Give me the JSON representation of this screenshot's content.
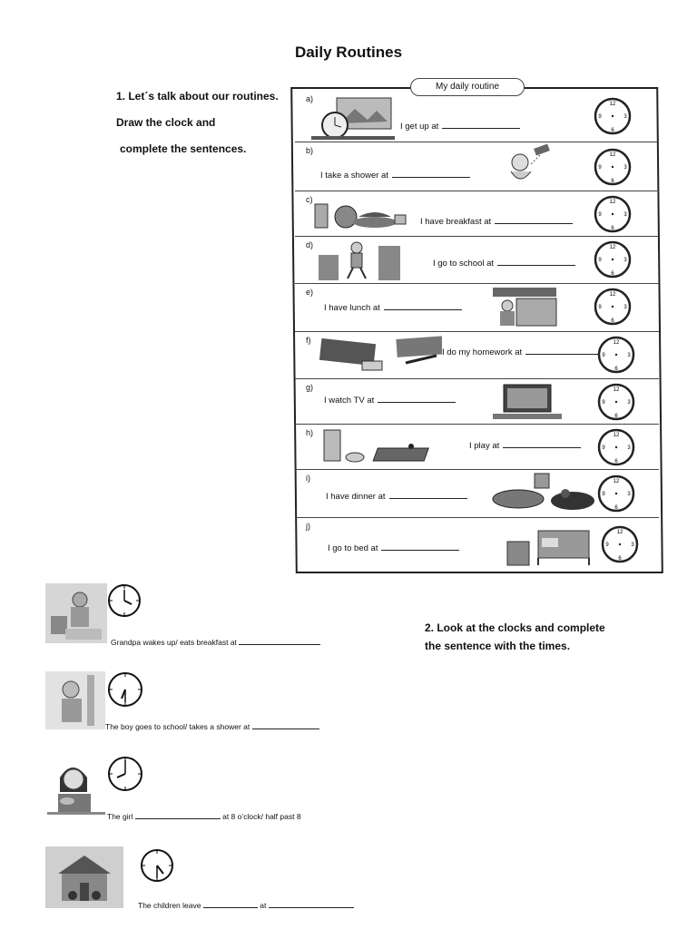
{
  "title": "Daily Routines",
  "section1": {
    "line1": "1.   Let´s talk about our routines.",
    "line2": "Draw the clock and",
    "line3": "complete the sentences."
  },
  "sheet_title": "My daily routine",
  "routines": [
    {
      "letter": "a)",
      "text": "I get up at"
    },
    {
      "letter": "b)",
      "text": "I take a shower at"
    },
    {
      "letter": "c)",
      "text": "I have breakfast at"
    },
    {
      "letter": "d)",
      "text": "I go to school at"
    },
    {
      "letter": "e)",
      "text": "I have lunch at"
    },
    {
      "letter": "f)",
      "text": "I do my homework at"
    },
    {
      "letter": "g)",
      "text": "I watch TV at"
    },
    {
      "letter": "h)",
      "text": "I play at"
    },
    {
      "letter": "i)",
      "text": "I have dinner at"
    },
    {
      "letter": "j)",
      "text": "I go to bed at"
    }
  ],
  "section2": {
    "line1": "2. Look at the clocks and complete",
    "line2": "the sentence with the times."
  },
  "examples": [
    {
      "text": "Grandpa wakes up/ eats breakfast at"
    },
    {
      "text": "The boy goes to school/ takes a shower at"
    },
    {
      "text_a": "The girl",
      "text_b": "at 8 o’clock/ half past 8"
    },
    {
      "text_a": "The children leave",
      "text_b": "at"
    }
  ]
}
